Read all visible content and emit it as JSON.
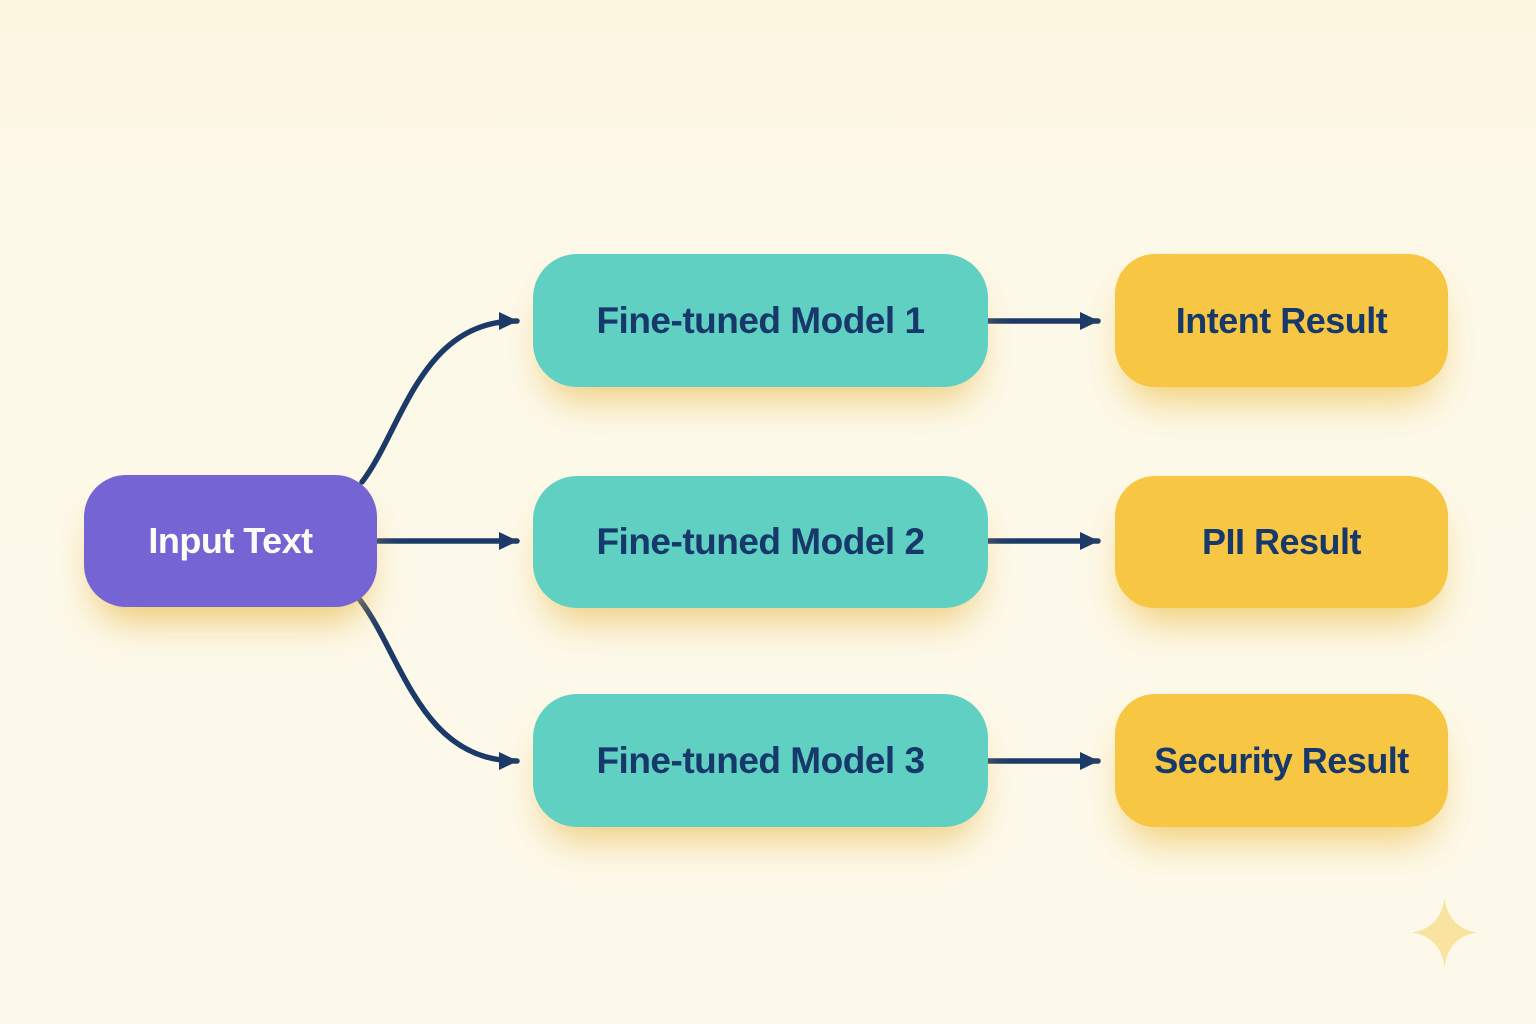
{
  "diagram": {
    "type": "flowchart",
    "nodes": {
      "input": {
        "label": "Input Text",
        "role": "source"
      },
      "models": [
        {
          "label": "Fine-tuned Model 1"
        },
        {
          "label": "Fine-tuned Model 2"
        },
        {
          "label": "Fine-tuned Model 3"
        }
      ],
      "results": [
        {
          "label": "Intent Result"
        },
        {
          "label": "PII Result"
        },
        {
          "label": "Security Result"
        }
      ]
    },
    "edges": [
      {
        "from": "Input Text",
        "to": "Fine-tuned Model 1"
      },
      {
        "from": "Input Text",
        "to": "Fine-tuned Model 2"
      },
      {
        "from": "Input Text",
        "to": "Fine-tuned Model 3"
      },
      {
        "from": "Fine-tuned Model 1",
        "to": "Intent Result"
      },
      {
        "from": "Fine-tuned Model 2",
        "to": "PII Result"
      },
      {
        "from": "Fine-tuned Model 3",
        "to": "Security Result"
      }
    ]
  },
  "colors": {
    "background": "#fdf9ea",
    "input_node": "#7464d4",
    "model_node": "#5fd0c2",
    "result_node": "#f7c643",
    "arrow": "#1c3a68",
    "dark_text": "#17386a",
    "light_text": "#fcfbf7",
    "sparkle": "#f8e3a0"
  },
  "icons": [
    {
      "name": "sparkle-icon",
      "meaning": "decorative four-point sparkle"
    }
  ]
}
